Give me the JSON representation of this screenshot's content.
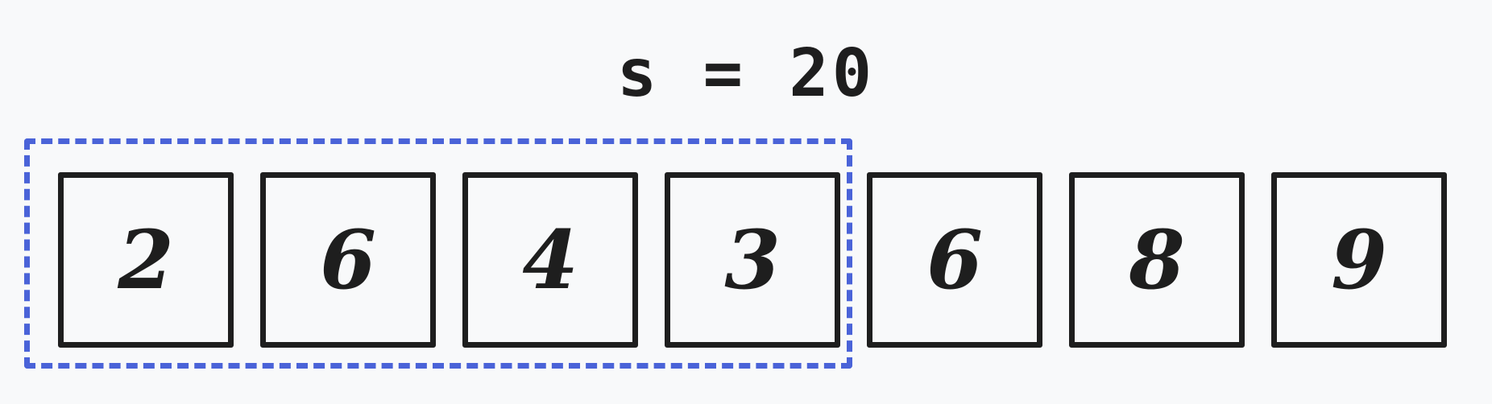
{
  "title": "s = 20",
  "array": [
    "2",
    "6",
    "4",
    "3",
    "6",
    "8",
    "9"
  ],
  "window": {
    "start_index": 0,
    "end_index": 3,
    "color": "#4a63d8"
  }
}
